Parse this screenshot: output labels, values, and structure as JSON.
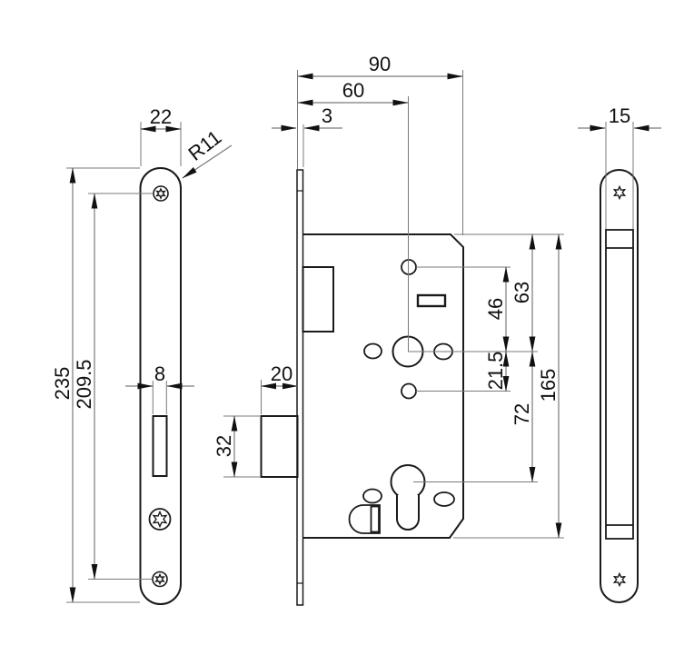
{
  "title": "Mortise lock technical drawing",
  "colors": {
    "outline": "#1a1a1a",
    "dimension_line": "#7a7a7a",
    "arrow": "#111111",
    "background": "#ffffff"
  },
  "views": {
    "faceplate_front": {
      "dims": {
        "width": "22",
        "corner_radius": "R11",
        "height": "235",
        "screw_spacing": "209.5",
        "slot_width": "8"
      }
    },
    "lock_case_side": {
      "dims": {
        "case_depth": "90",
        "backset": "60",
        "plate_thickness": "3",
        "bolt_throw": "20",
        "bolt_height": "32",
        "top_hole_offset": "63",
        "follower_to_top_hole": "46",
        "follower_to_small_hole": "21.5",
        "follower_to_cylinder": "72",
        "case_height": "165"
      }
    },
    "edge_view": {
      "dims": {
        "width": "15"
      }
    }
  }
}
